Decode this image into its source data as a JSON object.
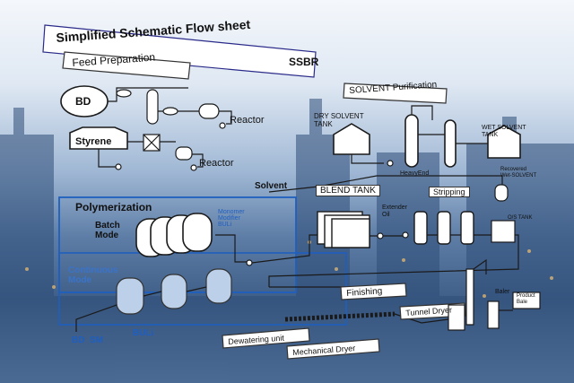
{
  "title": "Simplified Schematic Flow sheet",
  "title_suffix": "SSBR",
  "sections": {
    "feed": "Feed Preparation",
    "solvent_purification": "SOLVENT Purification",
    "polymerization": "Polymerization",
    "finishing": "Finishing"
  },
  "feed": {
    "bd": "BD",
    "styrene": "Styrene",
    "reactor1": "Reactor",
    "reactor2": "Reactor",
    "solvent": "Solvent"
  },
  "solvent_area": {
    "dry_tank": "DRY SOLVENT\nTANK",
    "wet_tank": "WET SOLVENT\nTANK",
    "heavy_end": "HeavyEnd",
    "recovered": "Recovered\nWet-SOLVENT"
  },
  "polymer_area": {
    "batch_mode": "Batch\nMode",
    "monomer": "Monomer\nModifier\nBULi",
    "continuous_mode": "Continuous\nMode",
    "inputs": [
      "BD",
      "SM"
    ],
    "buli": "BULi",
    "blend_tank": "BLEND TANK",
    "extender_oil": "Extender\nOil",
    "stripping": "Stripping",
    "os_tank": "O/S TANK"
  },
  "finishing_area": {
    "dewatering": "Dewatering unit",
    "mechanical_dryer": "Mechanical Dryer",
    "tunnel_dryer": "Tunnel Dryer",
    "baler": "Baler",
    "product_bale": "Product\nBale"
  },
  "colors": {
    "line": "#1a1a1a",
    "poly_border": "#1f5fbf",
    "continuous_text": "#3a73c9",
    "box_fill": "#ffffff"
  }
}
